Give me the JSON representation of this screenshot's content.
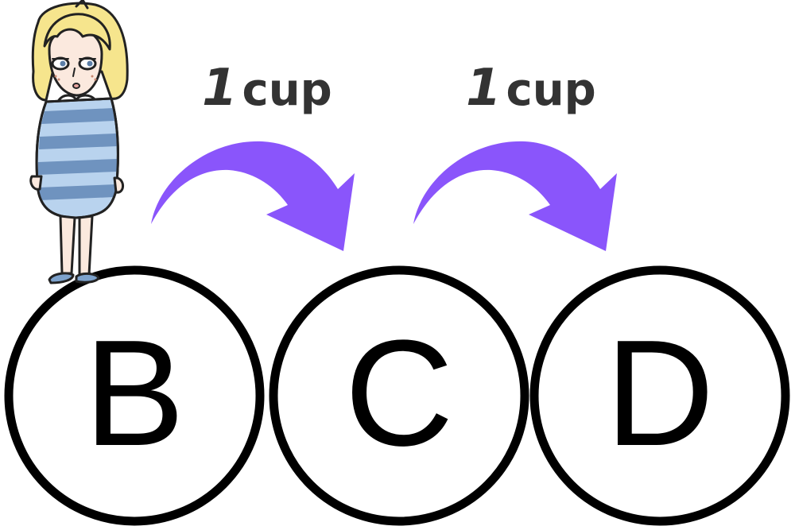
{
  "steps": [
    {
      "quantity": "1",
      "unit": "cup"
    },
    {
      "quantity": "1",
      "unit": "cup"
    }
  ],
  "nodes": [
    {
      "letter": "B"
    },
    {
      "letter": "C"
    },
    {
      "letter": "D"
    }
  ],
  "colors": {
    "arrow": "#8a55fb",
    "circle_stroke": "#000000",
    "label_text": "#333333",
    "hair": "#f6e58d",
    "dress_stripe_light": "#b9d3ee",
    "dress_stripe_dark": "#6f93bf",
    "skin": "#fbe9de"
  },
  "icons": {
    "character": "girl-character-icon"
  }
}
